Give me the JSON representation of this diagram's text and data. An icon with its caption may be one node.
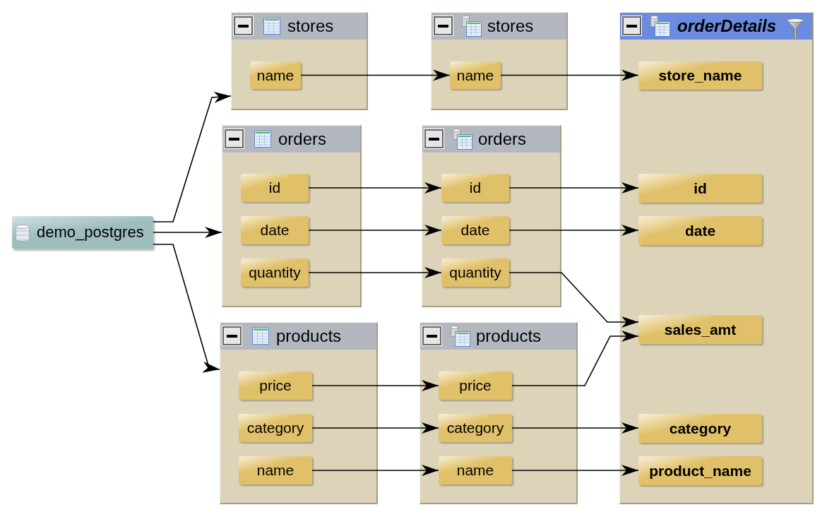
{
  "diagram": {
    "nodes": [
      {
        "text": [
          "demo_postgres"
        ]
      },
      {
        "text": [
          "stores"
        ]
      },
      {
        "text": [
          "name"
        ],
        "in": 1
      },
      {
        "text": [
          "orders"
        ]
      },
      {
        "text": [
          "id"
        ],
        "in": 3
      },
      {
        "text": [
          "date"
        ],
        "in": 3
      },
      {
        "text": [
          "quantity"
        ],
        "in": 3
      },
      {
        "text": [
          "products"
        ]
      },
      {
        "text": [
          "price"
        ],
        "in": 7
      },
      {
        "text": [
          "category"
        ],
        "in": 7
      },
      {
        "text": [
          "name"
        ],
        "in": 7
      },
      {
        "text": [
          "stores"
        ]
      },
      {
        "text": [
          "name"
        ],
        "in": 11
      },
      {
        "text": [
          "orders"
        ]
      },
      {
        "text": [
          "id"
        ],
        "in": 13
      },
      {
        "text": [
          "date"
        ],
        "in": 13
      },
      {
        "text": [
          "quantity"
        ],
        "in": 13
      },
      {
        "text": [
          "products"
        ]
      },
      {
        "text": [
          "price"
        ],
        "in": 17
      },
      {
        "text": [
          "category"
        ],
        "in": 17
      },
      {
        "text": [
          "name"
        ],
        "in": 17
      },
      {
        "text": [
          "orderDetails"
        ]
      },
      {
        "text": [
          "store_name"
        ],
        "in": 21
      },
      {
        "text": [
          "id"
        ],
        "in": 21
      },
      {
        "text": [
          "date"
        ],
        "in": 21
      },
      {
        "text": [
          "sales_amt"
        ],
        "in": 21
      },
      {
        "text": [
          "category"
        ],
        "in": 21
      },
      {
        "text": [
          "product_name"
        ],
        "in": 21
      }
    ],
    "edges": [
      {
        "from": 0,
        "to": 1,
        "arrow": "to"
      },
      {
        "from": 0,
        "to": 3,
        "arrow": "to"
      },
      {
        "from": 0,
        "to": 7,
        "arrow": "to"
      },
      {
        "from": 2,
        "to": 12,
        "arrow": "to"
      },
      {
        "from": 12,
        "to": 22,
        "arrow": "to"
      },
      {
        "from": 4,
        "to": 14,
        "arrow": "to"
      },
      {
        "from": 14,
        "to": 23,
        "arrow": "to"
      },
      {
        "from": 5,
        "to": 15,
        "arrow": "to"
      },
      {
        "from": 15,
        "to": 24,
        "arrow": "to"
      },
      {
        "from": 6,
        "to": 16,
        "arrow": "to"
      },
      {
        "from": 16,
        "to": 25,
        "arrow": "to"
      },
      {
        "from": 8,
        "to": 18,
        "arrow": "to"
      },
      {
        "from": 18,
        "to": 25,
        "arrow": "to"
      },
      {
        "from": 9,
        "to": 19,
        "arrow": "to"
      },
      {
        "from": 19,
        "to": 26,
        "arrow": "to"
      },
      {
        "from": 10,
        "to": 20,
        "arrow": "to"
      },
      {
        "from": 20,
        "to": 27,
        "arrow": "to"
      }
    ]
  }
}
